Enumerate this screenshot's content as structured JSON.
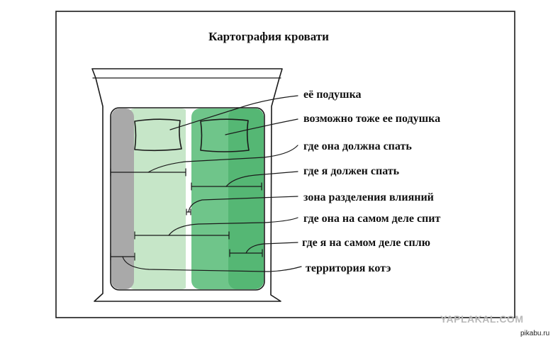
{
  "title": "Картография кровати",
  "labels": [
    "её подушка",
    "возможно тоже ее подушка",
    "где она должна спать",
    "где я должен спать",
    "зона разделения влияний",
    "где она на самом деле спит",
    "где я на самом деле сплю",
    "территория котэ"
  ],
  "watermarks": {
    "primary": "YAPLAKAL.COM",
    "secondary": "pikabu.ru"
  },
  "colors": {
    "cat_zone": "#a9a9a9",
    "her_zone": "#c6e6c8",
    "divider": "#ffffff",
    "my_zone": "#6fc58a",
    "my_zone_dark": "#55b774",
    "pillow": "#ffffff",
    "ink": "#1a1a1a"
  }
}
